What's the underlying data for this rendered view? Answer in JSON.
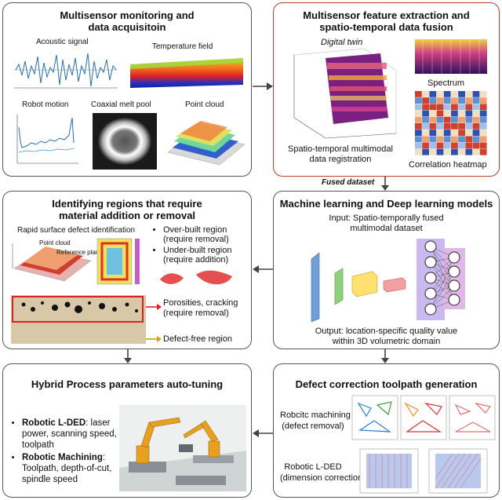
{
  "panels": {
    "p1": {
      "title_l1": "Multisensor monitoring and",
      "title_l2": "data acquisitoin",
      "acoustic": "Acoustic signal",
      "temperature": "Temperature field",
      "robot": "Robot motion",
      "meltpool": "Coaxial melt pool",
      "pointcloud": "Point cloud"
    },
    "p2": {
      "title_l1": "Multisensor feature extraction and",
      "title_l2": "spatio-temporal data fusion",
      "twin": "Digital twin",
      "spectrum": "Spectrum",
      "corr": "Correlation heatmap",
      "reg_l1": "Spatio-temporal multimodal",
      "reg_l2": "data registration"
    },
    "p3": {
      "title_l1": "Machine learning and Deep learning models",
      "input_l1": "Input: Spatio-temporally fused",
      "input_l2": "multimodal dataset",
      "output_l1": "Output: location-specific quality value",
      "output_l2": "within 3D volumetric domain"
    },
    "p4": {
      "title_l1": "Identifying regions that require",
      "title_l2": "material addition or removal",
      "rapid": "Rapid surface defect identification",
      "b1_l1": "Over-built region",
      "b1_l2": "(require removal)",
      "b2_l1": "Under-built region",
      "b2_l2": "(require addition)",
      "pc": "Point cloud",
      "ref": "Reference plane",
      "por_l1": "Porosities, cracking",
      "por_l2": "(require removal)",
      "free": "Defect-free region"
    },
    "p5": {
      "title_l1": "Hybrid Process parameters auto-tuning",
      "a_head": "Robotic L-DED",
      "a_rest": ": laser power, scanning speed, toolpath",
      "b_head": "Robotic Machining",
      "b_rest": ": Toolpath, depth-of-cut, spindle speed"
    },
    "p6": {
      "title_l1": "Defect correction toolpath generation",
      "mach_l1": "Robcitc machining",
      "mach_l2": "(defect removal)",
      "ded_l1": "Robotic L-DED",
      "ded_l2": "(dimension correction)"
    }
  },
  "arrows": {
    "fused": "Fused dataset"
  },
  "colors": {
    "red_border": "#c0392b",
    "gray_border": "#555555",
    "arrow": "#444444",
    "yellow_box": "#d9a000"
  }
}
